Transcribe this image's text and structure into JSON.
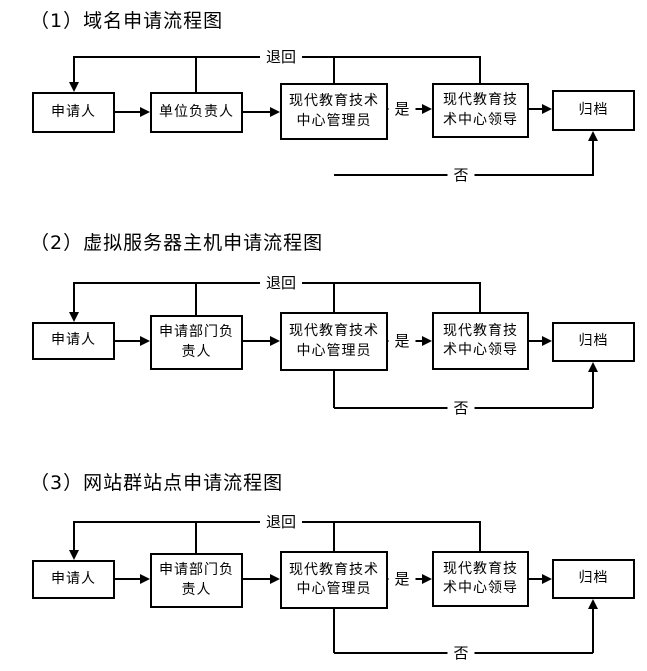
{
  "page": {
    "background": "#ffffff",
    "line_color": "#000000"
  },
  "labels": {
    "return": "退回",
    "yes": "是",
    "no": "否"
  },
  "charts": [
    {
      "title": "（1）域名申请流程图",
      "boxes": [
        {
          "name": "applicant",
          "lines": [
            "申请人"
          ]
        },
        {
          "name": "unit-leader",
          "lines": [
            "单位负责人"
          ]
        },
        {
          "name": "center-admin",
          "lines": [
            "现代教育技术",
            "中心管理员"
          ]
        },
        {
          "name": "center-director",
          "lines": [
            "现代教育技",
            "术中心领导"
          ]
        },
        {
          "name": "archive",
          "lines": [
            "归档"
          ]
        }
      ]
    },
    {
      "title": "（2）虚拟服务器主机申请流程图",
      "boxes": [
        {
          "name": "applicant",
          "lines": [
            "申请人"
          ]
        },
        {
          "name": "dept-leader",
          "lines": [
            "申请部门负",
            "责人"
          ]
        },
        {
          "name": "center-admin",
          "lines": [
            "现代教育技术",
            "中心管理员"
          ]
        },
        {
          "name": "center-director",
          "lines": [
            "现代教育技",
            "术中心领导"
          ]
        },
        {
          "name": "archive",
          "lines": [
            "归档"
          ]
        }
      ]
    },
    {
      "title": "（3）网站群站点申请流程图",
      "boxes": [
        {
          "name": "applicant",
          "lines": [
            "申请人"
          ]
        },
        {
          "name": "dept-leader",
          "lines": [
            "申请部门负",
            "责人"
          ]
        },
        {
          "name": "center-admin",
          "lines": [
            "现代教育技术",
            "中心管理员"
          ]
        },
        {
          "name": "center-director",
          "lines": [
            "现代教育技",
            "术中心领导"
          ]
        },
        {
          "name": "archive",
          "lines": [
            "归档"
          ]
        }
      ]
    }
  ]
}
